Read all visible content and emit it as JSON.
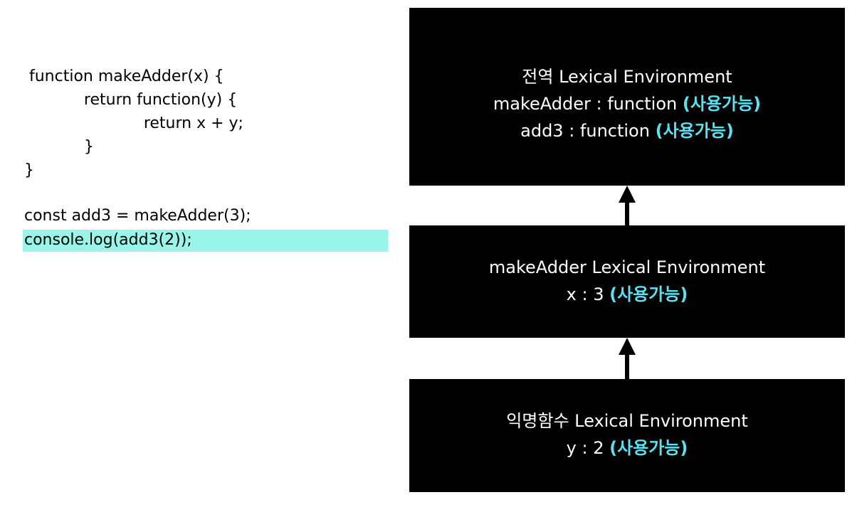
{
  "code": {
    "lines": [
      " function makeAdder(x) {",
      "            return function(y) {",
      "                        return x + y;",
      "            }",
      "}",
      "",
      "const add3 = makeAdder(3);",
      "console.log(add3(2));"
    ],
    "highlight_color": "#99f5e8"
  },
  "environments": {
    "global": {
      "title": "전역 Lexical Environment",
      "rows": [
        {
          "text": "makeAdder : function ",
          "tag": "(사용가능)"
        },
        {
          "text": "add3 : function ",
          "tag": "(사용가능)"
        }
      ]
    },
    "make_adder": {
      "title": "makeAdder Lexical Environment",
      "rows": [
        {
          "text": "x : 3 ",
          "tag": "(사용가능)"
        }
      ]
    },
    "anonymous": {
      "title": "익명함수 Lexical Environment",
      "rows": [
        {
          "text": "y : 2 ",
          "tag": "(사용가능)"
        }
      ]
    }
  },
  "colors": {
    "box_background": "#000000",
    "box_text": "#ffffff",
    "available_tag": "#5ce1f2"
  }
}
